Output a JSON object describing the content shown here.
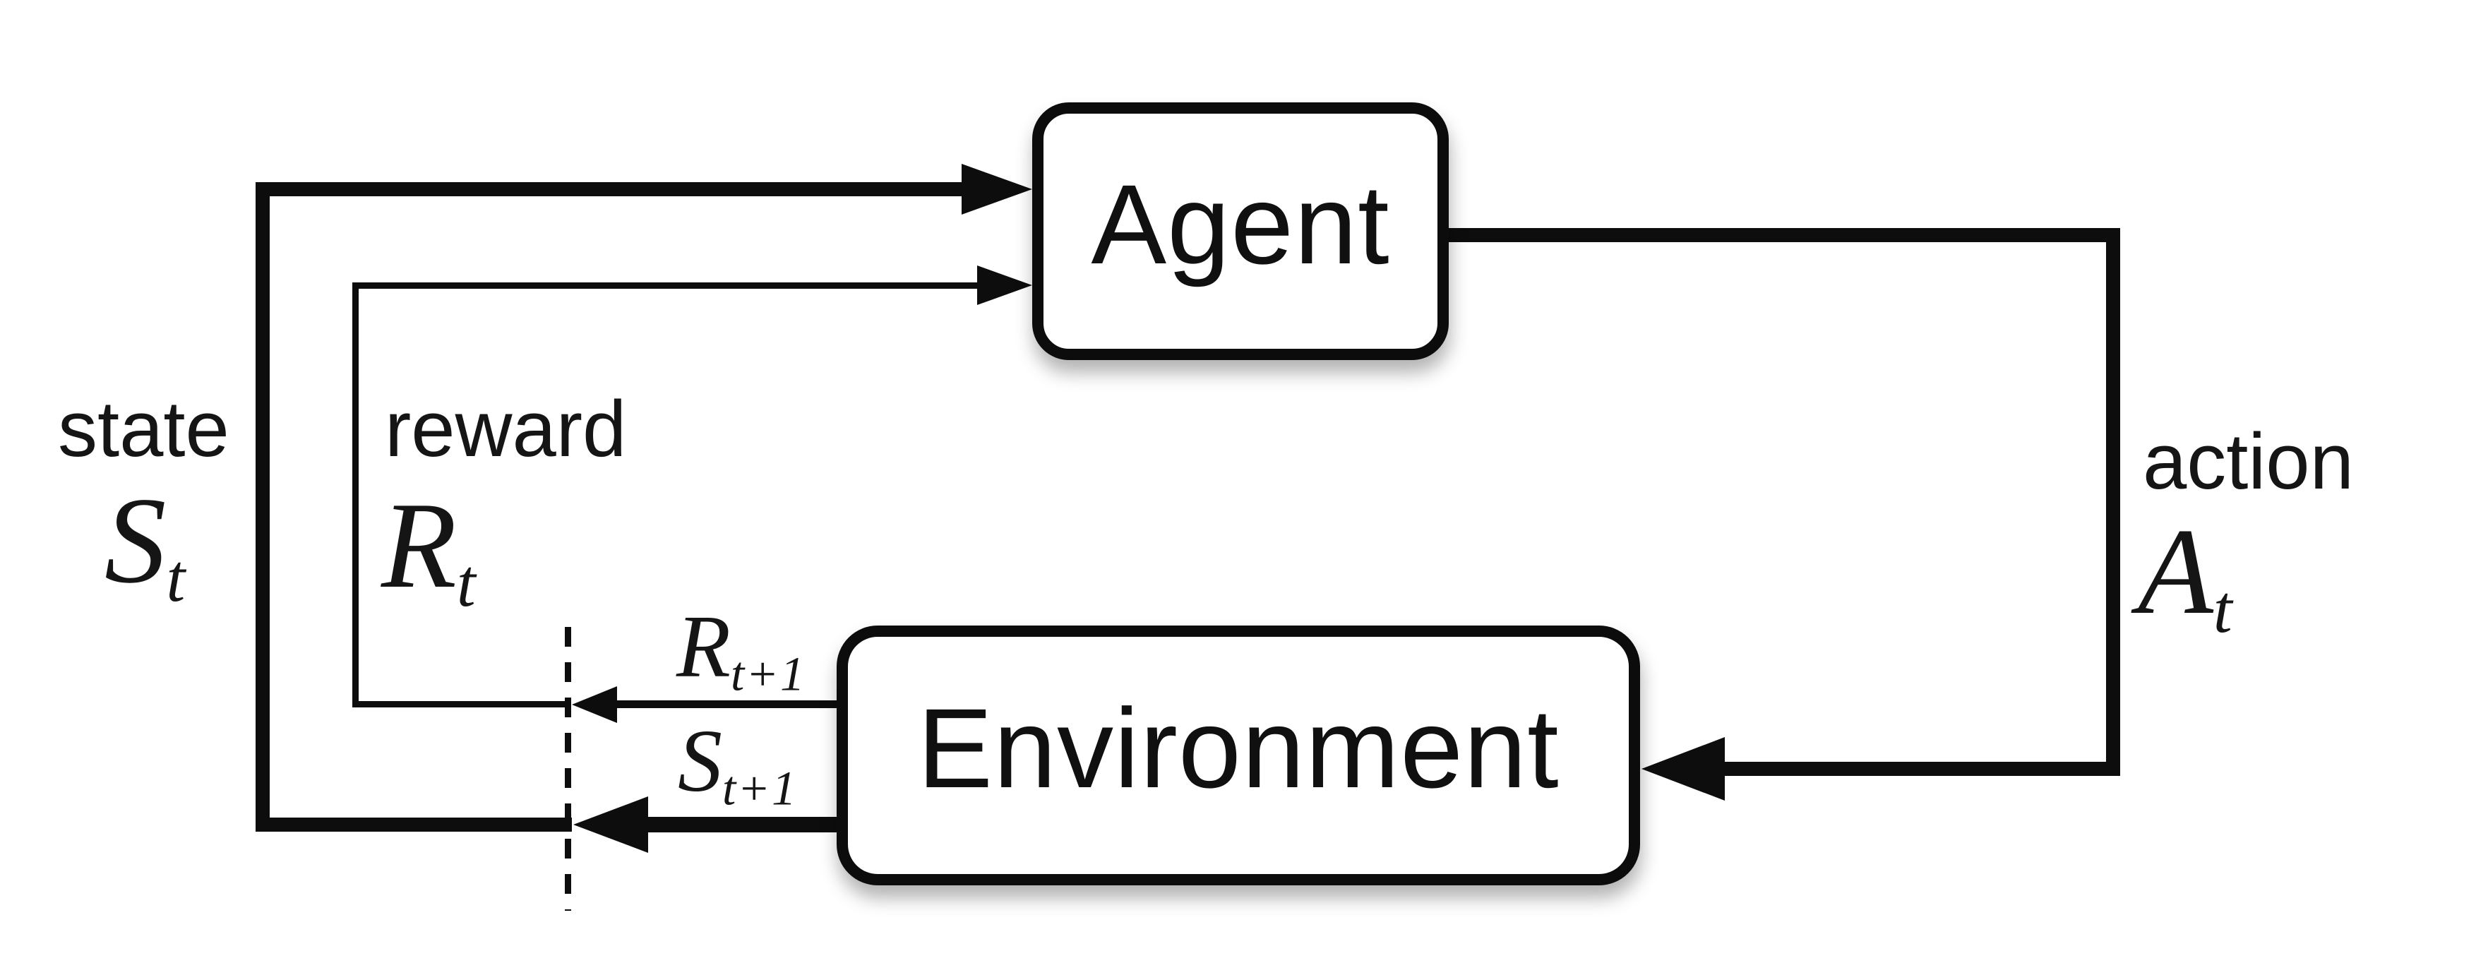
{
  "colors": {
    "background": "#ffffff",
    "ink": "#0d0d0d"
  },
  "nodes": {
    "agent": {
      "label": "Agent"
    },
    "environment": {
      "label": "Environment"
    }
  },
  "labels": {
    "state": {
      "word": "state",
      "base": "S",
      "sub": "t"
    },
    "reward": {
      "word": "reward",
      "base": "R",
      "sub": "t"
    },
    "action": {
      "word": "action",
      "base": "A",
      "sub": "t"
    },
    "next_reward": {
      "base": "R",
      "sub": "t+1"
    },
    "next_state": {
      "base": "S",
      "sub": "t+1"
    }
  },
  "glyphs": {
    "state-arrowhead-icon": "right-pointing-triangle",
    "reward-arrowhead-icon": "right-pointing-triangle",
    "action-arrowhead-icon": "left-pointing-triangle",
    "next-reward-arrowhead-icon": "left-pointing-triangle",
    "next-state-arrowhead-icon": "left-pointing-triangle",
    "time-boundary-dashed-line": "vertical-dashed-line"
  }
}
